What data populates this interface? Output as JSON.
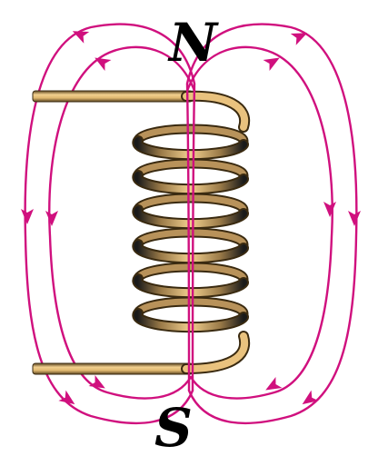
{
  "labels": {
    "north": "N",
    "south": "S"
  },
  "colors": {
    "field_lines": "#d0107e",
    "wire_light": "#e9c27e",
    "wire_dark": "#1a1a1a",
    "wire_outline": "#3a2a10",
    "background": "#ffffff"
  },
  "diagram": {
    "subject": "solenoid-magnetic-field",
    "coil_turns": 6,
    "field_loops_per_side": 2
  }
}
